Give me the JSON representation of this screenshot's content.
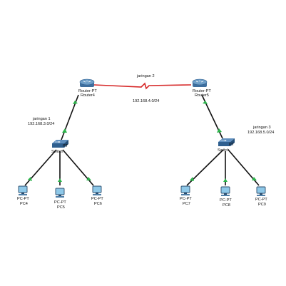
{
  "colors": {
    "background": "#ffffff",
    "copper_link": "#111111",
    "serial_link": "#d62828",
    "port_up": "#2bb34a",
    "router_top": "#6f9fc8",
    "router_body": "#3f6f9e",
    "switch_body": "#2f5f8f",
    "pc_screen": "#8ec8e8",
    "pc_frame": "#2c4c6c"
  },
  "networks": {
    "net1": {
      "name": "jaringan 1",
      "address": "192.168.3.0/24"
    },
    "net2": {
      "name": "jaringan 2",
      "address": "192.168.4.0/24"
    },
    "net3": {
      "name": "jaringan 3",
      "address": "192.168.5.0/24"
    }
  },
  "devices": {
    "router4": {
      "type": "Router-PT",
      "name": "Router4"
    },
    "router5": {
      "type": "Router-PT",
      "name": "Router5"
    },
    "switch_left": {
      "type": "PT",
      "name": "Switch"
    },
    "switch_right": {
      "type": "PT",
      "name": "Switch"
    },
    "pc4": {
      "type": "PC-PT",
      "name": "PC4"
    },
    "pc5": {
      "type": "PC-PT",
      "name": "PC5"
    },
    "pc6": {
      "type": "PC-PT",
      "name": "PC6"
    },
    "pc7": {
      "type": "PC-PT",
      "name": "PC7"
    },
    "pc8": {
      "type": "PC-PT",
      "name": "PC8"
    },
    "pc9": {
      "type": "PC-PT",
      "name": "PC9"
    }
  }
}
